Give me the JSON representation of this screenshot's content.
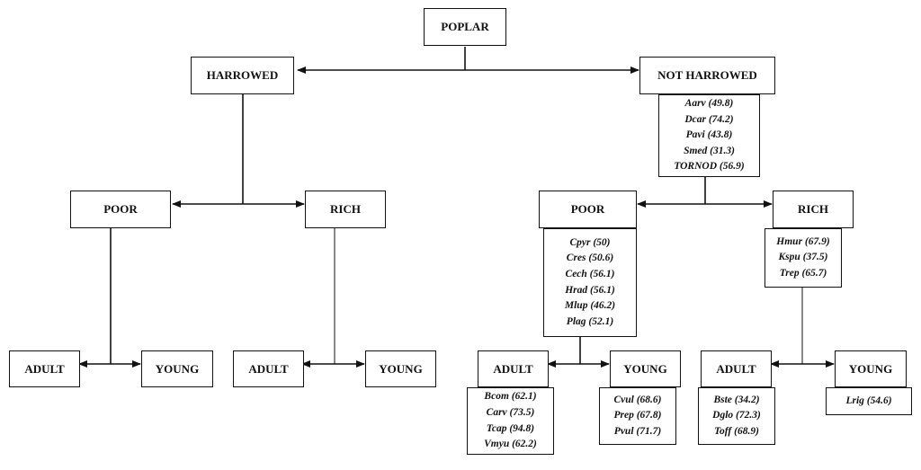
{
  "colors": {
    "line": "#111111",
    "background": "#ffffff"
  },
  "nodes": {
    "poplar": "POPLAR",
    "harrowed": "HARROWED",
    "not_harrowed": "NOT HARROWED",
    "h_poor": "POOR",
    "h_rich": "RICH",
    "nh_poor": "POOR",
    "nh_rich": "RICH",
    "h_poor_adult": "ADULT",
    "h_poor_young": "YOUNG",
    "h_rich_adult": "ADULT",
    "h_rich_young": "YOUNG",
    "nh_poor_adult": "ADULT",
    "nh_poor_young": "YOUNG",
    "nh_rich_adult": "ADULT",
    "nh_rich_young": "YOUNG"
  },
  "species_lists": {
    "not_harrowed": [
      "Aarv (49.8)",
      "Dcar (74.2)",
      "Pavi (43.8)",
      "Smed (31.3)",
      "TORNOD (56.9)"
    ],
    "nh_poor": [
      "Cpyr (50)",
      "Cres (50.6)",
      "Cech (56.1)",
      "Hrad (56.1)",
      "Mlup (46.2)",
      "Plag (52.1)"
    ],
    "nh_rich": [
      "Hmur (67.9)",
      "Kspu (37.5)",
      "Trep (65.7)"
    ],
    "nh_poor_adult": [
      "Bcom (62.1)",
      "Carv (73.5)",
      "Tcap (94.8)",
      "Vmyu (62.2)"
    ],
    "nh_poor_young": [
      "Cvul (68.6)",
      "Prep (67.8)",
      "Pvul (71.7)"
    ],
    "nh_rich_adult": [
      "Bste (34.2)",
      "Dglo (72.3)",
      "Toff (68.9)"
    ],
    "nh_rich_young": [
      "Lrig (54.6)"
    ]
  }
}
